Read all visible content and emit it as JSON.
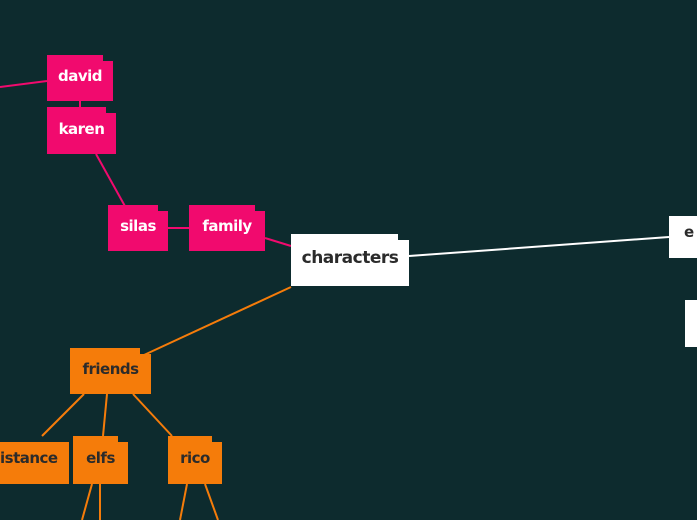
{
  "colors": {
    "background": "#0d2b2e",
    "family_branch": "#f10a6e",
    "friends_branch": "#f57c0a",
    "main_branch": "#ffffff"
  },
  "nodes": {
    "characters": "characters",
    "family": "family",
    "silas": "silas",
    "karen": "karen",
    "david": "david",
    "friends": "friends",
    "distance": "istance",
    "elfs": "elfs",
    "rico": "rico",
    "right_partial": "e"
  }
}
